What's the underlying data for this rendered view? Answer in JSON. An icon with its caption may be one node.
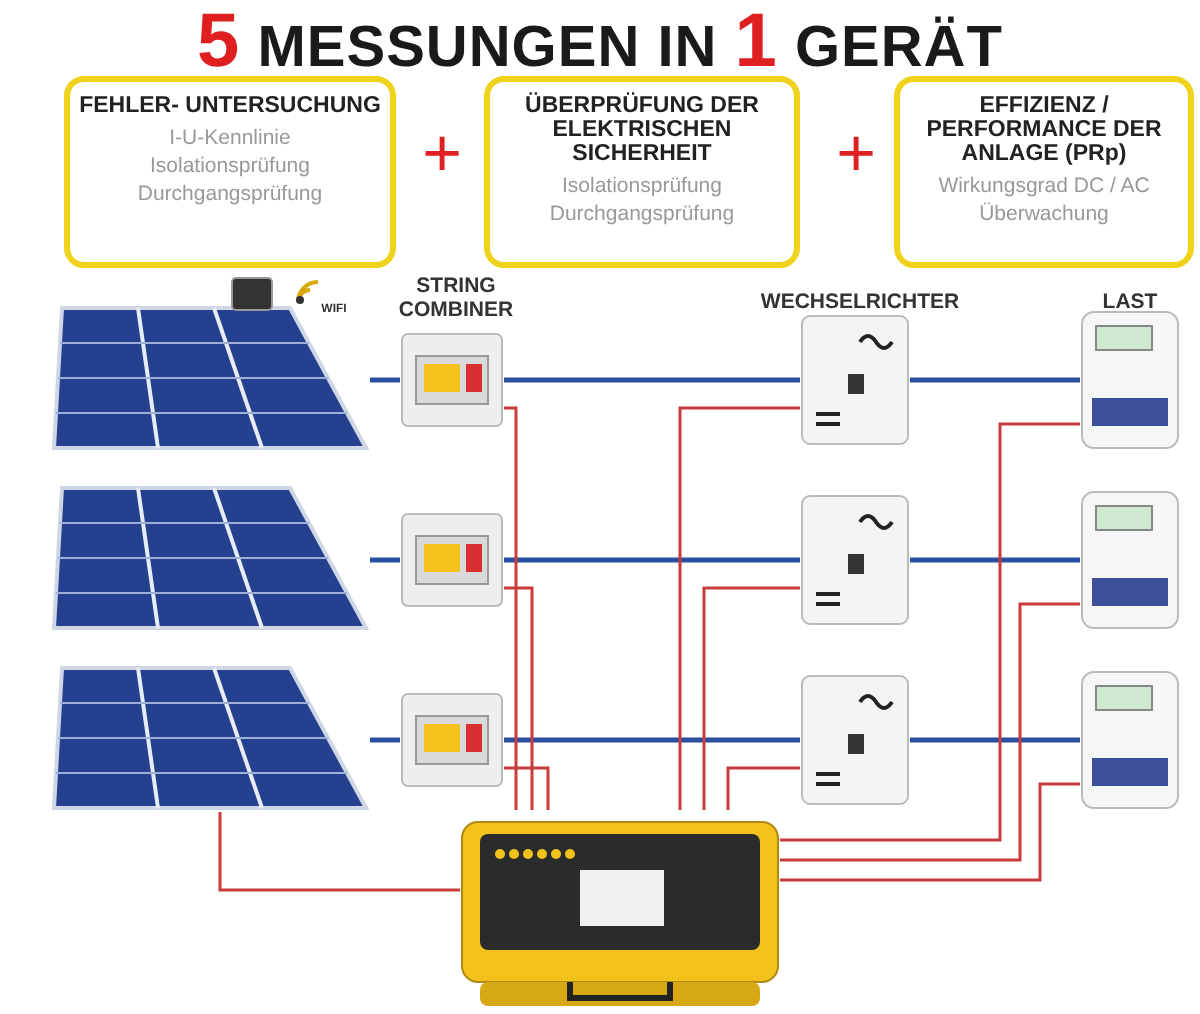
{
  "diagram": {
    "title": "5 MESSUNGEN IN 1 GERÄT",
    "nodes": [
      {
        "text": [
          "FEHLER- UNTERSUCHUNG",
          "I-U-Kennlinie",
          "Isolationsprüfung",
          "Durchgangsprüfung"
        ]
      },
      {
        "text": [
          "ÜBERPRÜFUNG DER ELEKTRISCHEN SICHERHEIT",
          "Isolationsprüfung",
          "Durchgangsprüfung"
        ]
      },
      {
        "text": [
          "EFFIZIENZ / PERFORMANCE DER ANLAGE (PRp)",
          "Wirkungsgrad DC / AC",
          "Überwachung"
        ]
      },
      {
        "text": [],
        "shape": "picture"
      },
      {
        "text": [],
        "shape": "picture"
      },
      {
        "text": [],
        "shape": "picture"
      },
      {
        "text": [],
        "shape": "picture"
      },
      {
        "text": [],
        "shape": "picture"
      },
      {
        "text": [],
        "shape": "picture"
      },
      {
        "text": [],
        "shape": "picture"
      },
      {
        "text": [],
        "shape": "picture"
      },
      {
        "text": [],
        "shape": "picture"
      },
      {
        "text": [],
        "shape": "picture"
      },
      {
        "text": [],
        "shape": "picture"
      },
      {
        "text": [],
        "shape": "picture"
      },
      {
        "text": [],
        "shape": "picture"
      }
    ],
    "edges": [
      {
        "from": 3,
        "to": 4,
        "arrow": "none",
        "color": "#2a4fa0"
      },
      {
        "from": 4,
        "to": 5,
        "arrow": "none",
        "color": "#2a4fa0"
      },
      {
        "from": 5,
        "to": 6,
        "arrow": "none",
        "color": "#2a4fa0"
      },
      {
        "from": 7,
        "to": 8,
        "arrow": "none",
        "color": "#2a4fa0"
      },
      {
        "from": 8,
        "to": 9,
        "arrow": "none",
        "color": "#2a4fa0"
      },
      {
        "from": 9,
        "to": 10,
        "arrow": "none",
        "color": "#2a4fa0"
      },
      {
        "from": 11,
        "to": 12,
        "arrow": "none",
        "color": "#2a4fa0"
      },
      {
        "from": 12,
        "to": 13,
        "arrow": "none",
        "color": "#2a4fa0"
      },
      {
        "from": 13,
        "to": 14,
        "arrow": "none",
        "color": "#2a4fa0"
      },
      {
        "from": 15,
        "to": 4,
        "arrow": "none"
      },
      {
        "from": 15,
        "to": 5,
        "arrow": "none"
      },
      {
        "from": 15,
        "to": 6,
        "arrow": "none"
      },
      {
        "from": 15,
        "to": 8,
        "arrow": "none"
      },
      {
        "from": 15,
        "to": 9,
        "arrow": "none"
      },
      {
        "from": 15,
        "to": 10,
        "arrow": "none"
      },
      {
        "from": 15,
        "to": 12,
        "arrow": "none"
      },
      {
        "from": 15,
        "to": 13,
        "arrow": "none"
      },
      {
        "from": 15,
        "to": 14,
        "arrow": "none"
      },
      {
        "from": 15,
        "to": 11,
        "arrow": "none"
      }
    ],
    "labels": [
      "+",
      "+",
      "WIFI",
      "STRING COMBINER",
      "WECHSELRICHTER",
      "LAST"
    ]
  }
}
